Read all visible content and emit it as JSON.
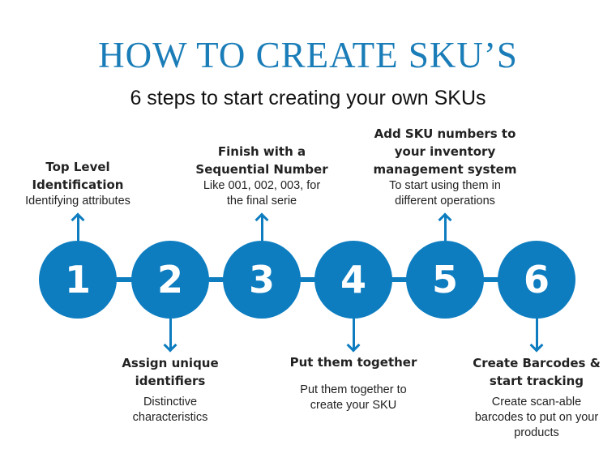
{
  "title": "HOW TO CREATE SKU’S",
  "subtitle": "6 steps to start creating your own SKUs",
  "accent_color": "#0d7dc0",
  "steps": [
    {
      "number": "1",
      "heading_lines": [
        "Top Level",
        "Identification"
      ],
      "desc_lines": [
        "Identifying attributes"
      ],
      "direction": "up"
    },
    {
      "number": "2",
      "heading_lines": [
        "Assign unique",
        "identifiers"
      ],
      "desc_lines": [
        "Distinctive",
        "characteristics"
      ],
      "direction": "down"
    },
    {
      "number": "3",
      "heading_lines": [
        "Finish with a",
        "Sequential Number"
      ],
      "desc_lines": [
        "Like 001, 002, 003, for",
        "the final serie"
      ],
      "direction": "up"
    },
    {
      "number": "4",
      "heading_lines": [
        "Put them together"
      ],
      "desc_lines": [
        "Put them together to",
        "create your SKU"
      ],
      "direction": "down"
    },
    {
      "number": "5",
      "heading_lines": [
        "Add SKU numbers to",
        "your inventory",
        "management system"
      ],
      "desc_lines": [
        "To start using them in",
        "different operations"
      ],
      "direction": "up"
    },
    {
      "number": "6",
      "heading_lines": [
        "Create Barcodes &",
        "start tracking"
      ],
      "desc_lines": [
        "Create scan-able",
        "barcodes to put on your",
        "products"
      ],
      "direction": "down"
    }
  ]
}
